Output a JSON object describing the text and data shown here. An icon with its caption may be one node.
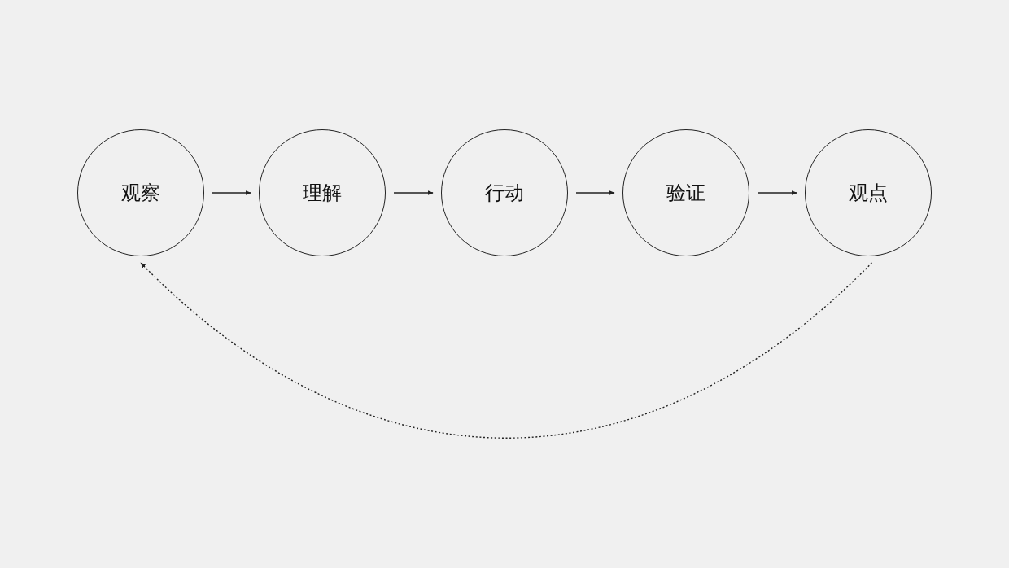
{
  "diagram": {
    "nodes": [
      {
        "text": [
          "观察"
        ]
      },
      {
        "text": [
          "理解"
        ]
      },
      {
        "text": [
          "行动"
        ]
      },
      {
        "text": [
          "验证"
        ]
      },
      {
        "text": [
          "观点"
        ]
      }
    ],
    "edges": [
      {
        "from": 0,
        "to": 1,
        "arrow": "to"
      },
      {
        "from": 1,
        "to": 2,
        "arrow": "to"
      },
      {
        "from": 2,
        "to": 3,
        "arrow": "to"
      },
      {
        "from": 3,
        "to": 4,
        "arrow": "to"
      },
      {
        "from": 4,
        "to": 0,
        "arrow": "to",
        "style": "dashed"
      }
    ]
  }
}
